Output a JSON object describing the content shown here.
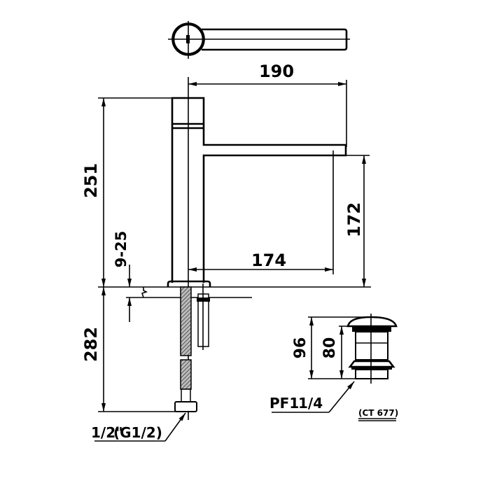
{
  "drawing": {
    "dimensions": {
      "spout_reach_total": "190",
      "total_height": "251",
      "spout_height": "172",
      "spout_reach": "174",
      "deck_thickness": "9-25",
      "hose_length": "282",
      "drain_height": "96",
      "drain_body_height": "80"
    },
    "labels": {
      "hose_thread_a": "1/2\"",
      "hose_thread_b": "(G1/2)",
      "drain_thread_a": "PF1",
      "drain_thread_b": "1/4",
      "drain_model": "(CT 677)"
    }
  }
}
